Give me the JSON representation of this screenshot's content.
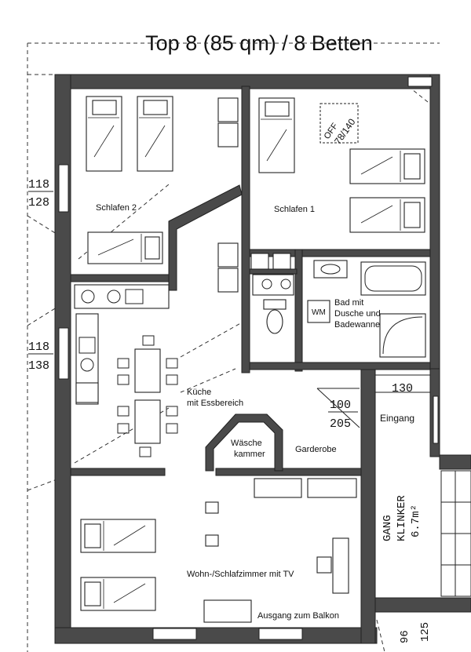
{
  "title": "Top 8 (85 qm) / 8 Betten",
  "rooms": {
    "schlafen2": "Schlafen 2",
    "schlafen1": "Schlafen 1",
    "bad": [
      "Bad mit",
      "Dusche und",
      "Badewanne"
    ],
    "wm": "WM",
    "kueche": [
      "Küche",
      "mit Essbereich"
    ],
    "waesche": [
      "Wäsche",
      "kammer"
    ],
    "garderobe": "Garderobe",
    "eingang": "Eingang",
    "wohn": "Wohn-/Schlafzimmer mit TV",
    "balkon": "Ausgang zum Balkon",
    "gang": [
      "GANG",
      "KLINKER",
      "6.7m²"
    ],
    "off": [
      "OFF",
      "78/140"
    ]
  },
  "dimensions": {
    "upper_left_top": "118",
    "upper_left_bottom": "128",
    "mid_left_top": "118",
    "mid_left_bottom": "138",
    "entry_width": "130",
    "door_top": "100",
    "door_bottom": "205",
    "bottom_right_a": "96",
    "bottom_right_b": "125"
  }
}
